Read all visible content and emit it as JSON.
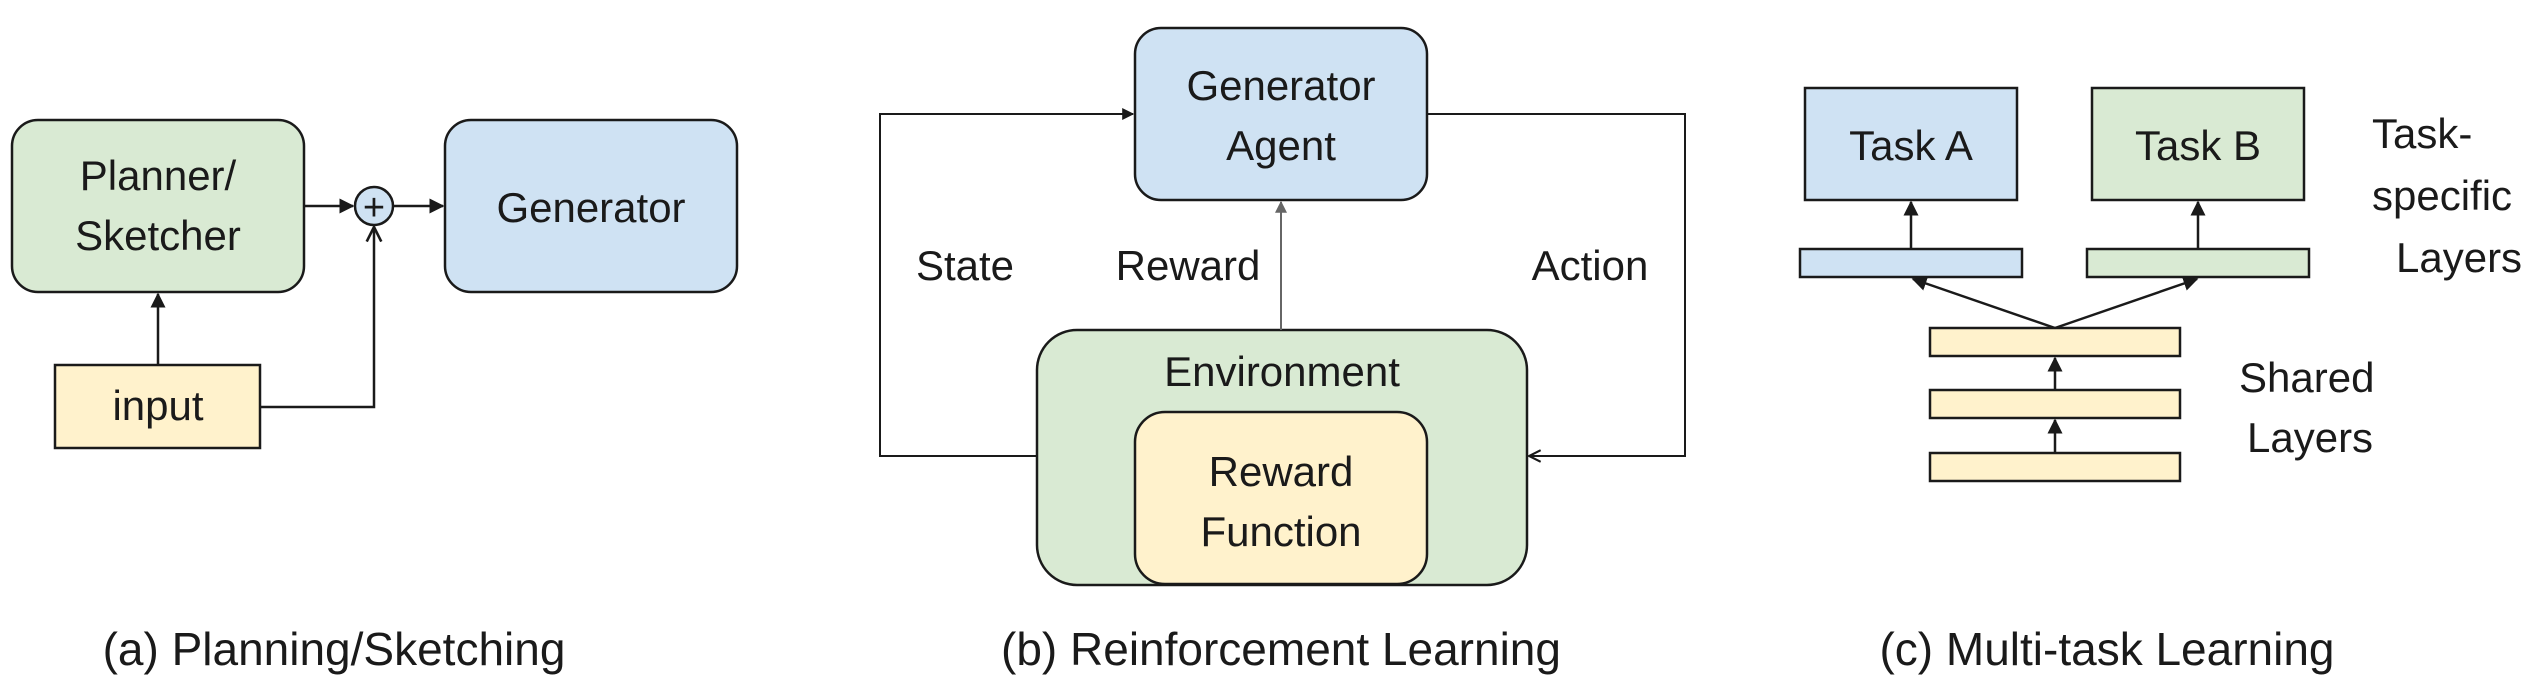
{
  "panel_a": {
    "planner_line1": "Planner/",
    "planner_line2": "Sketcher",
    "generator": "Generator",
    "input": "input",
    "plus_symbol": "+",
    "caption": "(a) Planning/Sketching"
  },
  "panel_b": {
    "agent_line1": "Generator",
    "agent_line2": "Agent",
    "state": "State",
    "reward": "Reward",
    "action": "Action",
    "environment": "Environment",
    "reward_fn_line1": "Reward",
    "reward_fn_line2": "Function",
    "caption": "(b) Reinforcement Learning"
  },
  "panel_c": {
    "task_a": "Task A",
    "task_b": "Task B",
    "task_specific_line1": "Task-",
    "task_specific_line2": "specific",
    "task_specific_line3": "Layers",
    "shared_line1": "Shared",
    "shared_line2": "Layers",
    "caption": "(c) Multi-task Learning"
  },
  "colors": {
    "green_fill": "#d9ead3",
    "blue_fill": "#cfe2f3",
    "yellow_fill": "#fff2cc",
    "stroke": "#1a1a1a",
    "gray_arrow": "#666666"
  }
}
